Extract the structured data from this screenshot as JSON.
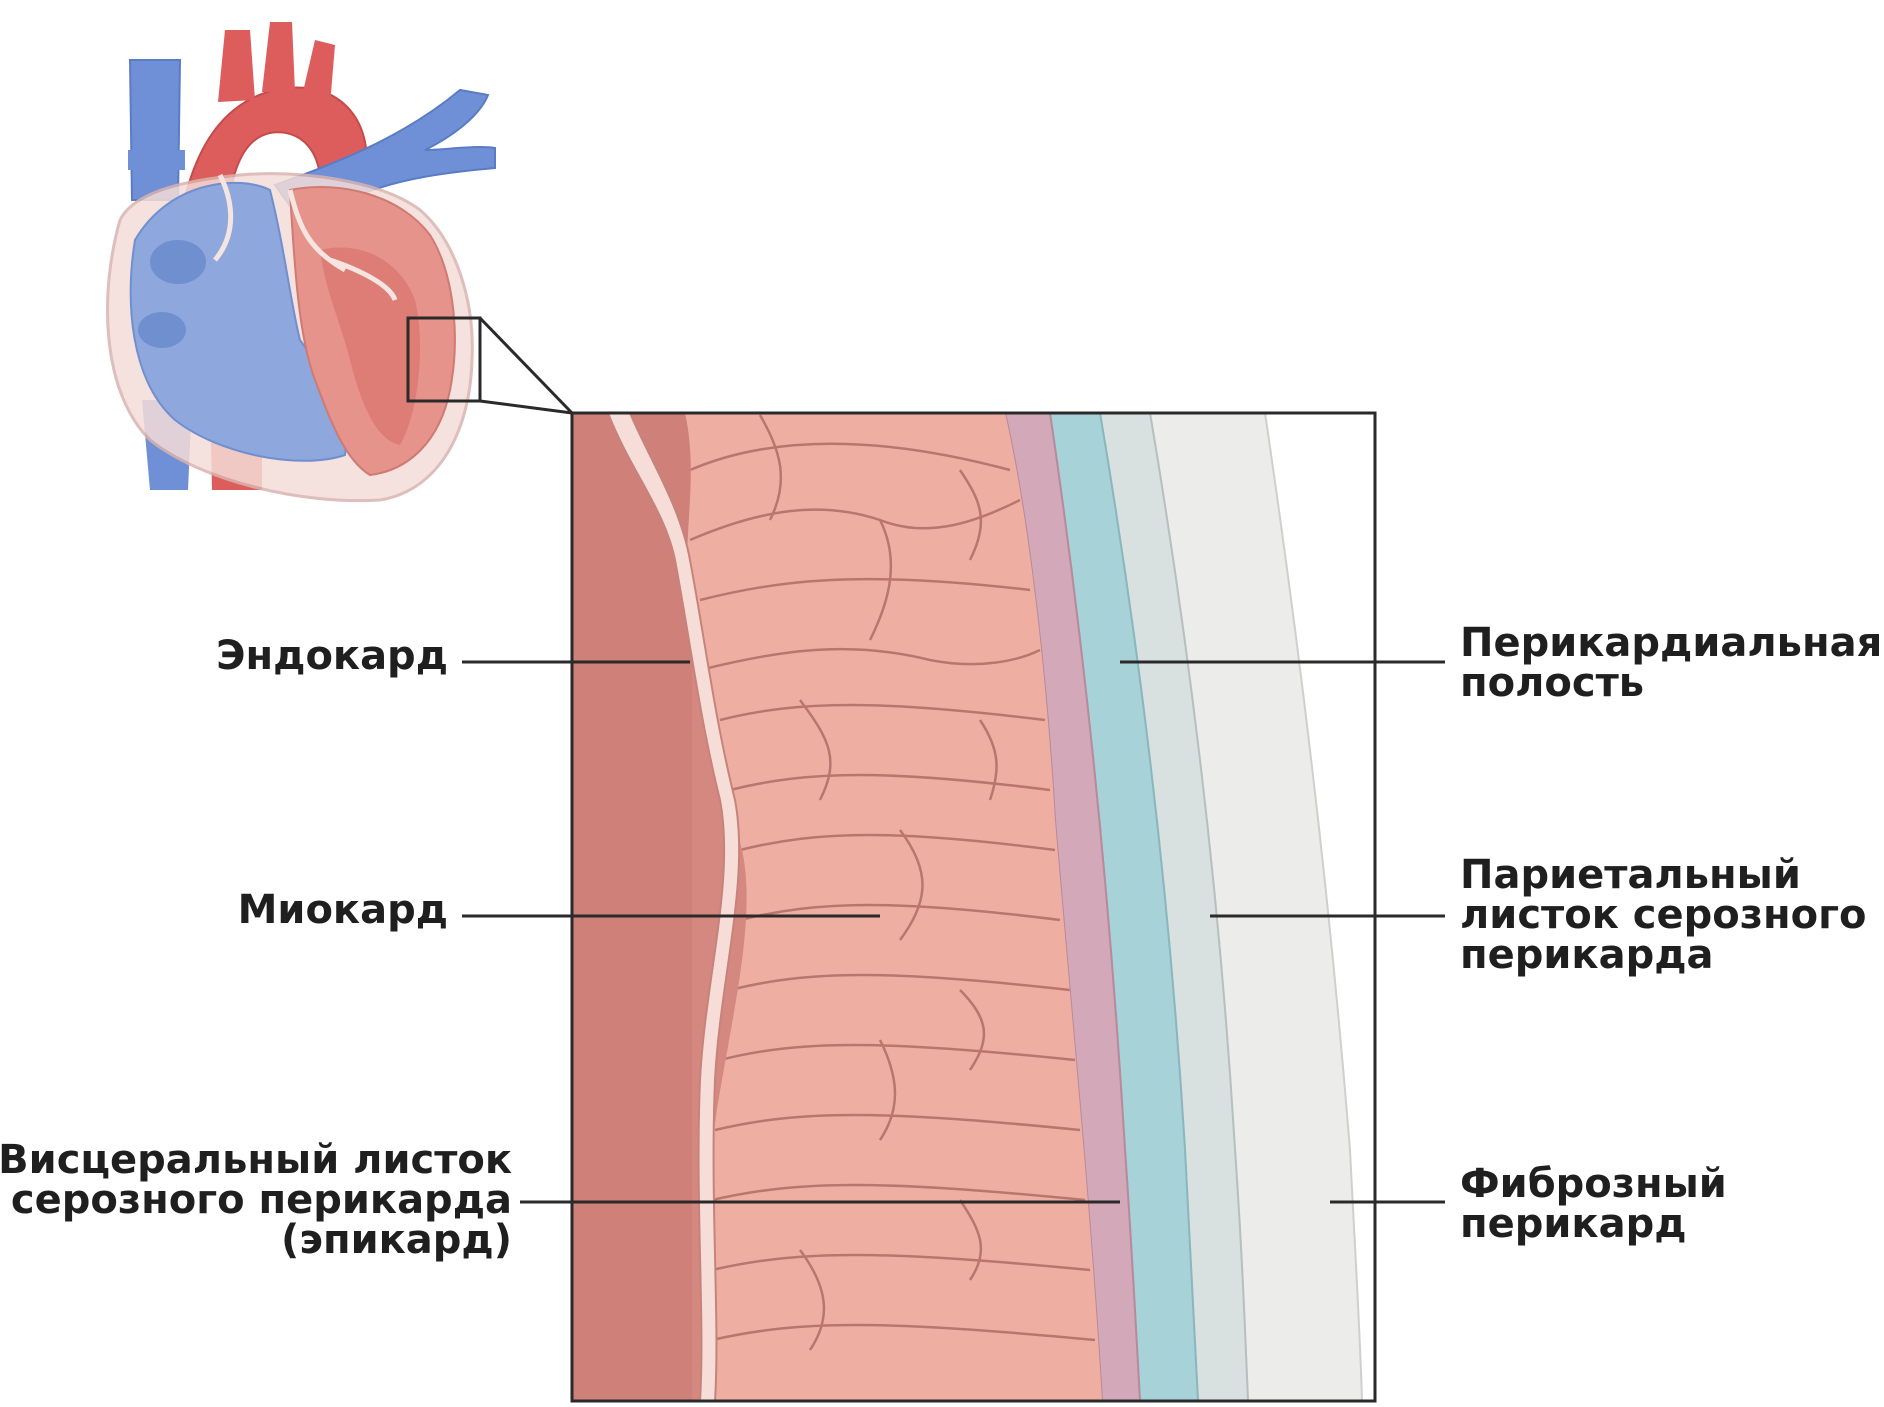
{
  "labels": {
    "endocardium": [
      "Эндокард"
    ],
    "myocardium": [
      "Миокард"
    ],
    "visceral": [
      "Висцеральный листок",
      "серозного перикарда",
      "(эпикард)"
    ],
    "pericardial_cavity": [
      "Перикардиальная",
      "полость"
    ],
    "parietal": [
      "Париетальный",
      "листок серозного",
      "перикарда"
    ],
    "fibrous": [
      "Фиброзный",
      "перикард"
    ]
  },
  "colors": {
    "endocardium_inner": "#d48880",
    "endocardium_membrane": "#f7ddd7",
    "myocardium": "#eeafa2",
    "myocardium_lines": "#b9766e",
    "epicardium": "#d3a8b8",
    "pericardial_cavity": "#a7d2d8",
    "parietal_layer": "#d9e0e0",
    "fibrous_pericardium": "#ececea",
    "vein_blue": "#6f90d6",
    "aorta_red": "#dd5d5d",
    "leader_line": "#2a2a2a"
  }
}
